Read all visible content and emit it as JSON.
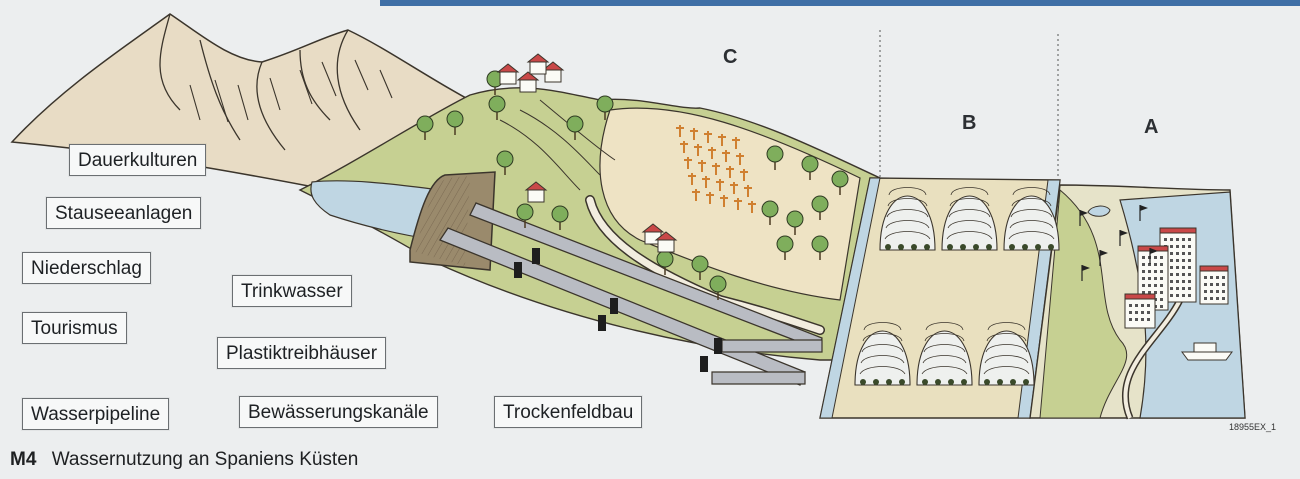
{
  "figure": {
    "number": "M4",
    "caption": "Wassernutzung an Spaniens Küsten",
    "code": "18955EX_1"
  },
  "zones": {
    "a": "A",
    "b": "B",
    "c": "C"
  },
  "terms": [
    "Dauerkulturen",
    "Stauseeanlagen",
    "Niederschlag",
    "Trinkwasser",
    "Tourismus",
    "Plastiktreibhäuser",
    "Wasserpipeline",
    "Bewässerungskanäle",
    "Trockenfeldbau"
  ],
  "colors": {
    "background": "#eceeef",
    "mountain": "#e6d9c2",
    "hill_green": "#c3cd8c",
    "field": "#e9e0bf",
    "water": "#bfd6e3",
    "dam": "#9a8a6c",
    "pipe": "#b9bcc3",
    "roof": "#c94848"
  }
}
